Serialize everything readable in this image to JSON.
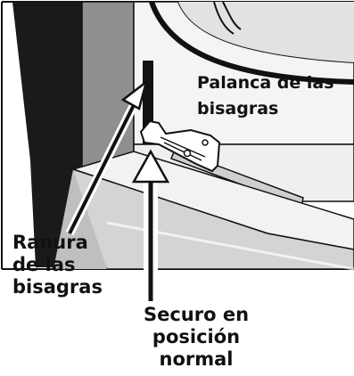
{
  "labels": {
    "hinge_lever": [
      "Palanca de las",
      "bisagras"
    ],
    "hinge_slot": [
      "Ranura",
      "de las",
      "bisagras"
    ],
    "lock_normal": [
      "Securo en",
      "posición",
      "normal"
    ]
  },
  "colors": {
    "outline": "#111111",
    "dark_panel": "#1a1a1a",
    "light_gray": "#e6e6e6",
    "mid_gray": "#bdbdbd",
    "background": "#ffffff"
  }
}
